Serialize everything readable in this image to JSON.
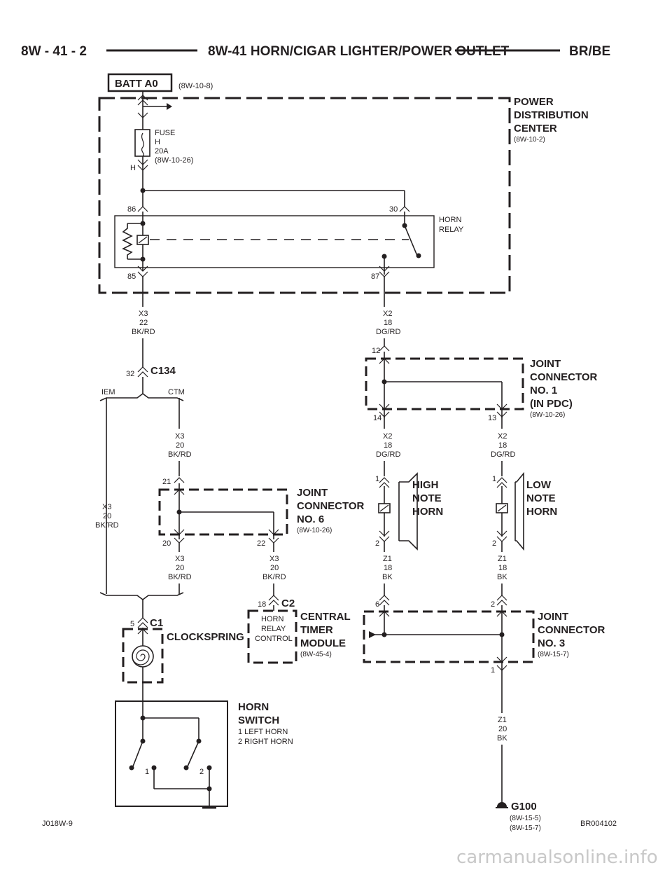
{
  "header": {
    "page_number": "8W - 41 - 2",
    "title": "8W-41 HORN/CIGAR LIGHTER/POWER OUTLET",
    "model": "BR/BE"
  },
  "battery": {
    "label": "BATT A0",
    "ref": "(8W-10-8)"
  },
  "pdc": {
    "line1": "POWER",
    "line2": "DISTRIBUTION",
    "line3": "CENTER",
    "ref": "(8W-10-2)"
  },
  "fuse": {
    "line1": "FUSE",
    "line2": "H",
    "line3": "20A",
    "ref": "(8W-10-26)",
    "cavity": "H"
  },
  "relay": {
    "line1": "HORN",
    "line2": "RELAY",
    "pin86": "86",
    "pin30": "30",
    "pin85": "85",
    "pin87": "87"
  },
  "wires": {
    "x3_22": {
      "circuit": "X3",
      "gauge": "22",
      "color": "BK/RD"
    },
    "x2_18_a": {
      "circuit": "X2",
      "gauge": "18",
      "color": "DG/RD"
    },
    "x3_20_ctm": {
      "circuit": "X3",
      "gauge": "20",
      "color": "BK/RD"
    },
    "x3_20_iem": {
      "circuit": "X3",
      "gauge": "20",
      "color": "BK/RD"
    },
    "x3_20_jc6_left": {
      "circuit": "X3",
      "gauge": "20",
      "color": "BK/RD"
    },
    "x3_20_jc6_right": {
      "circuit": "X3",
      "gauge": "20",
      "color": "BK/RD"
    },
    "x2_18_b": {
      "circuit": "X2",
      "gauge": "18",
      "color": "DG/RD"
    },
    "x2_18_c": {
      "circuit": "X2",
      "gauge": "18",
      "color": "DG/RD"
    },
    "z1_18_a": {
      "circuit": "Z1",
      "gauge": "18",
      "color": "BK"
    },
    "z1_18_b": {
      "circuit": "Z1",
      "gauge": "18",
      "color": "BK"
    },
    "z1_20": {
      "circuit": "Z1",
      "gauge": "20",
      "color": "BK"
    }
  },
  "c134": {
    "name": "C134",
    "pin": "32",
    "left": "IEM",
    "right": "CTM"
  },
  "jc1": {
    "line1": "JOINT",
    "line2": "CONNECTOR",
    "line3": "NO. 1",
    "line4": "(IN PDC)",
    "ref": "(8W-10-26)",
    "pin_in": "12",
    "pin_out_a": "14",
    "pin_out_b": "13"
  },
  "jc6": {
    "line1": "JOINT",
    "line2": "CONNECTOR",
    "line3": "NO. 6",
    "ref": "(8W-10-26)",
    "pin_in": "21",
    "pin_out_a": "20",
    "pin_out_b": "22"
  },
  "high_horn": {
    "line1": "HIGH",
    "line2": "NOTE",
    "line3": "HORN",
    "pin1": "1",
    "pin2": "2"
  },
  "low_horn": {
    "line1": "LOW",
    "line2": "NOTE",
    "line3": "HORN",
    "pin1": "1",
    "pin2": "2"
  },
  "c2": {
    "name": "C2",
    "pin": "18"
  },
  "ctm": {
    "line1": "CENTRAL",
    "line2": "TIMER",
    "line3": "MODULE",
    "ref": "(8W-45-4)",
    "inner1": "HORN",
    "inner2": "RELAY",
    "inner3": "CONTROL"
  },
  "c1": {
    "name": "C1",
    "pin": "5"
  },
  "clockspring": {
    "label": "CLOCKSPRING"
  },
  "jc3": {
    "line1": "JOINT",
    "line2": "CONNECTOR",
    "line3": "NO. 3",
    "ref": "(8W-15-7)",
    "pin_a": "6",
    "pin_b": "2",
    "pin_out": "1"
  },
  "horn_switch": {
    "line1": "HORN",
    "line2": "SWITCH",
    "line3": "1 LEFT HORN",
    "line4": "2 RIGHT HORN",
    "pin1": "1",
    "pin2": "2"
  },
  "ground": {
    "name": "G100",
    "ref1": "(8W-15-5)",
    "ref2": "(8W-15-7)"
  },
  "footer": {
    "left": "J018W-9",
    "right": "BR004102"
  },
  "watermark": "carmanualsonline.info"
}
